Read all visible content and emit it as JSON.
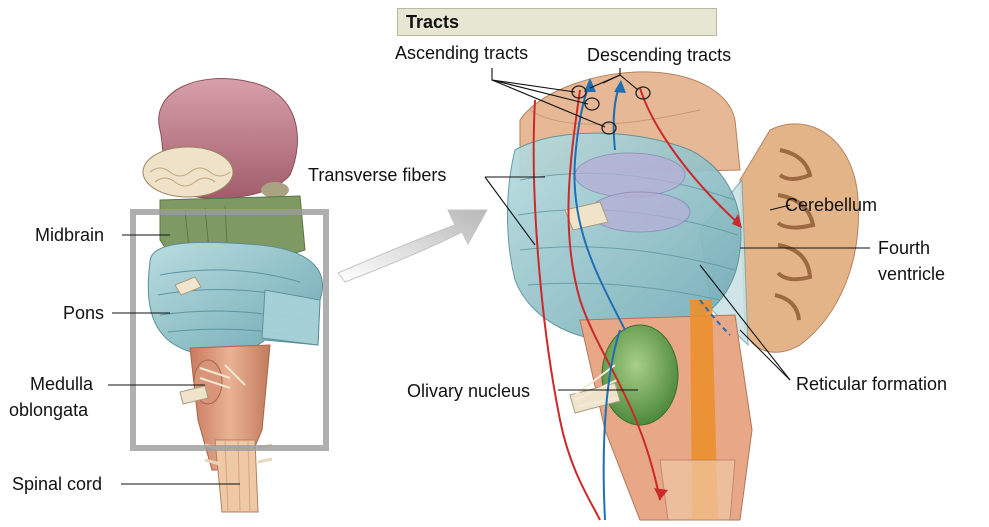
{
  "legend_box": {
    "title": "Tracts"
  },
  "labels": {
    "ascending": "Ascending tracts",
    "descending": "Descending tracts",
    "transverse": "Transverse fibers",
    "cerebellum": "Cerebellum",
    "fourth_line1": "Fourth",
    "fourth_line2": "ventricle",
    "olivary": "Olivary nucleus",
    "reticular": "Reticular formation",
    "midbrain": "Midbrain",
    "pons": "Pons",
    "medulla_line1": "Medulla",
    "medulla_line2": "oblongata",
    "spinal": "Spinal cord"
  },
  "colors": {
    "ascending_tract": "#1f6fb5",
    "descending_tract": "#cc2a2a",
    "pons": "#8fc3cc",
    "midbrain": "#7f9a64",
    "medulla": "#d99a7c",
    "diencephalon": "#b7737f",
    "cerebellum": "#d8a878",
    "olivary_nucleus": "#7aa85f",
    "reticular": "#e8902f"
  }
}
